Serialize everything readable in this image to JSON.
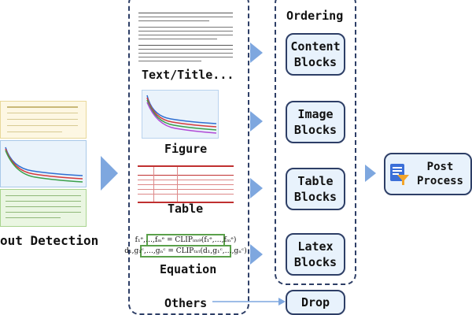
{
  "left": {
    "label": "out Detection"
  },
  "middle": {
    "text_label": "Text/Title...",
    "figure_label": "Figure",
    "table_label": "Table",
    "equation_label": "Equation",
    "equation_lines": [
      "f₁ᵉ,…,fₘᵉ = CLIPᵢₘ₉(f₁ᵉ,…,fₘᵉ)",
      "d₁,g₁ᶜ,…,gₙᶜ = CLIPₜₓₜ(d₁,g₁ᶜ,…,gₙᶜ)"
    ],
    "others_label": "Others"
  },
  "ordering": {
    "title": "Ordering",
    "blocks": [
      {
        "label_line1": "Content",
        "label_line2": "Blocks"
      },
      {
        "label_line1": "Image",
        "label_line2": "Blocks"
      },
      {
        "label_line1": "Table",
        "label_line2": "Blocks"
      },
      {
        "label_line1": "Latex",
        "label_line2": "Blocks"
      }
    ]
  },
  "drop": {
    "label": "Drop"
  },
  "post": {
    "label_line1": "Post",
    "label_line2": "Process"
  },
  "colors": {
    "border": "#2d3e66",
    "block_fill": "#e8f2fc",
    "arrow": "#7ea7df",
    "equation_border": "#5aa04a"
  }
}
